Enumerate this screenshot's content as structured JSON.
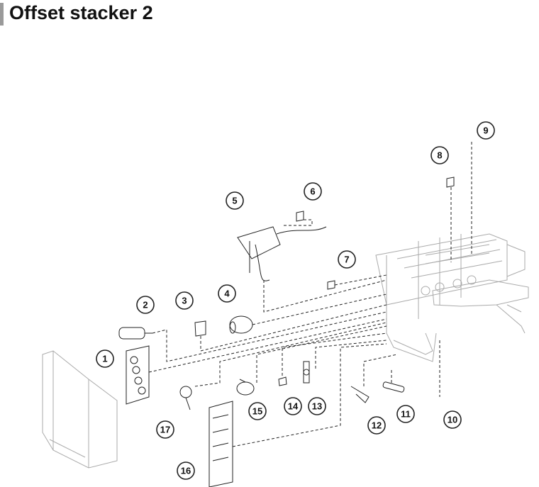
{
  "header": {
    "title": "Offset stacker 2"
  },
  "callouts": [
    {
      "id": "callout-1",
      "label": "1"
    },
    {
      "id": "callout-2",
      "label": "2"
    },
    {
      "id": "callout-3",
      "label": "3"
    },
    {
      "id": "callout-4",
      "label": "4"
    },
    {
      "id": "callout-5",
      "label": "5"
    },
    {
      "id": "callout-6",
      "label": "6"
    },
    {
      "id": "callout-7",
      "label": "7"
    },
    {
      "id": "callout-8",
      "label": "8"
    },
    {
      "id": "callout-9",
      "label": "9"
    },
    {
      "id": "callout-10",
      "label": "10"
    },
    {
      "id": "callout-11",
      "label": "11"
    },
    {
      "id": "callout-12",
      "label": "12"
    },
    {
      "id": "callout-13",
      "label": "13"
    },
    {
      "id": "callout-14",
      "label": "14"
    },
    {
      "id": "callout-15",
      "label": "15"
    },
    {
      "id": "callout-16",
      "label": "16"
    },
    {
      "id": "callout-17",
      "label": "17"
    }
  ]
}
